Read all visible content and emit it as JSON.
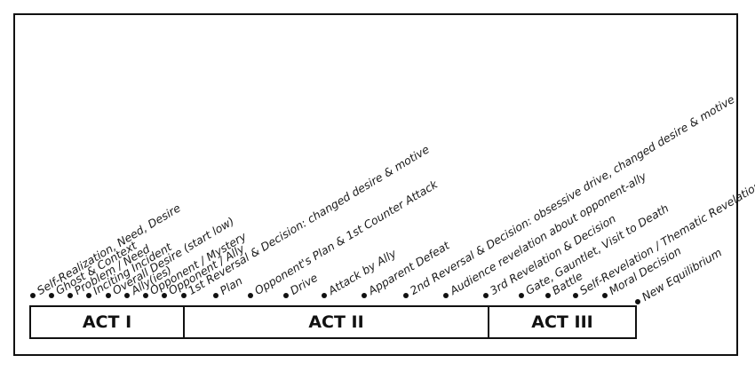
{
  "beats": [
    "Self-Realization, Need, Desire",
    "Ghost & Context",
    "Problem / Need",
    "Inciting Incident",
    "Overall Desire (start low)",
    "Ally(ies)",
    "Opponent / Mystery",
    "Opponent / Ally",
    "1st Reversal & Decision: changed desire & motive",
    "Plan",
    "Opponent's Plan & 1st Counter Attack",
    "Drive",
    "Attack by Ally",
    "Apparent Defeat",
    "2nd Reversal & Decision: obsessive drive, changed desire & motive",
    "Audience revelation about opponent-ally",
    "3rd Revelation & Decision",
    "Gate, Gauntlet, Visit to Death",
    "Battle",
    "Self-Revelation / Thematic Revelation",
    "Moral Decision",
    "New Equilibrium"
  ],
  "acts": [
    "ACT I",
    "ACT II",
    "ACT III"
  ],
  "colors": {
    "ink": "#111111",
    "background": "#ffffff"
  }
}
